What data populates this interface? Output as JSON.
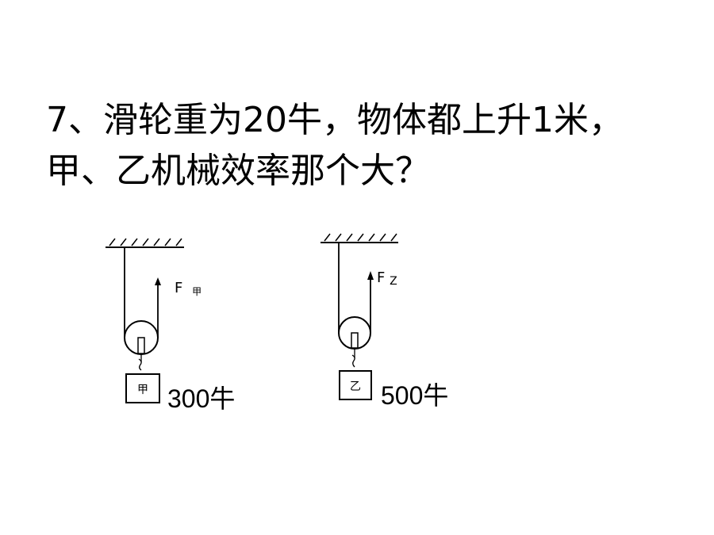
{
  "question": {
    "line1": "7、滑轮重为20牛，物体都上升1米，",
    "line2": "甲、乙机械效率那个大？"
  },
  "diagram_jia": {
    "force_main": "F",
    "force_sub": "甲",
    "block_label": "甲",
    "weight_label": "300牛"
  },
  "diagram_yi": {
    "force_main": "F",
    "force_sub": "Z",
    "block_label": "乙",
    "weight_label": "500牛"
  }
}
